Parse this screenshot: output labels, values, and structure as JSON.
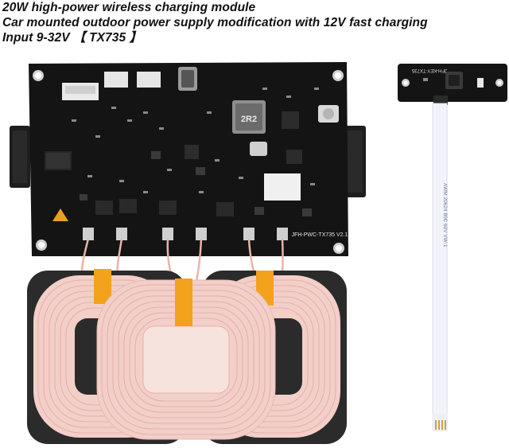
{
  "caption": {
    "line1": "20W high-power wireless charging module",
    "line2": "Car mounted outdoor power supply modification with 12V fast charging",
    "line3": "Input 9-32V 【 TX735 】"
  },
  "board": {
    "model_label": "JFH-PWC-TX735 V2.1",
    "inductor_label": "2R2"
  },
  "key_board": {
    "label": "JFH-KEY-TX735"
  },
  "ribbon": {
    "print": "AWM 20624 80C 60V VW-1"
  },
  "colors": {
    "pcb": "#141414",
    "coil": "#f2cfc8",
    "coil_wire": "#e2a79e",
    "tape": "#f3a21c",
    "ferrite": "#2b2b2b",
    "ribbon": "#f4f6fb"
  }
}
